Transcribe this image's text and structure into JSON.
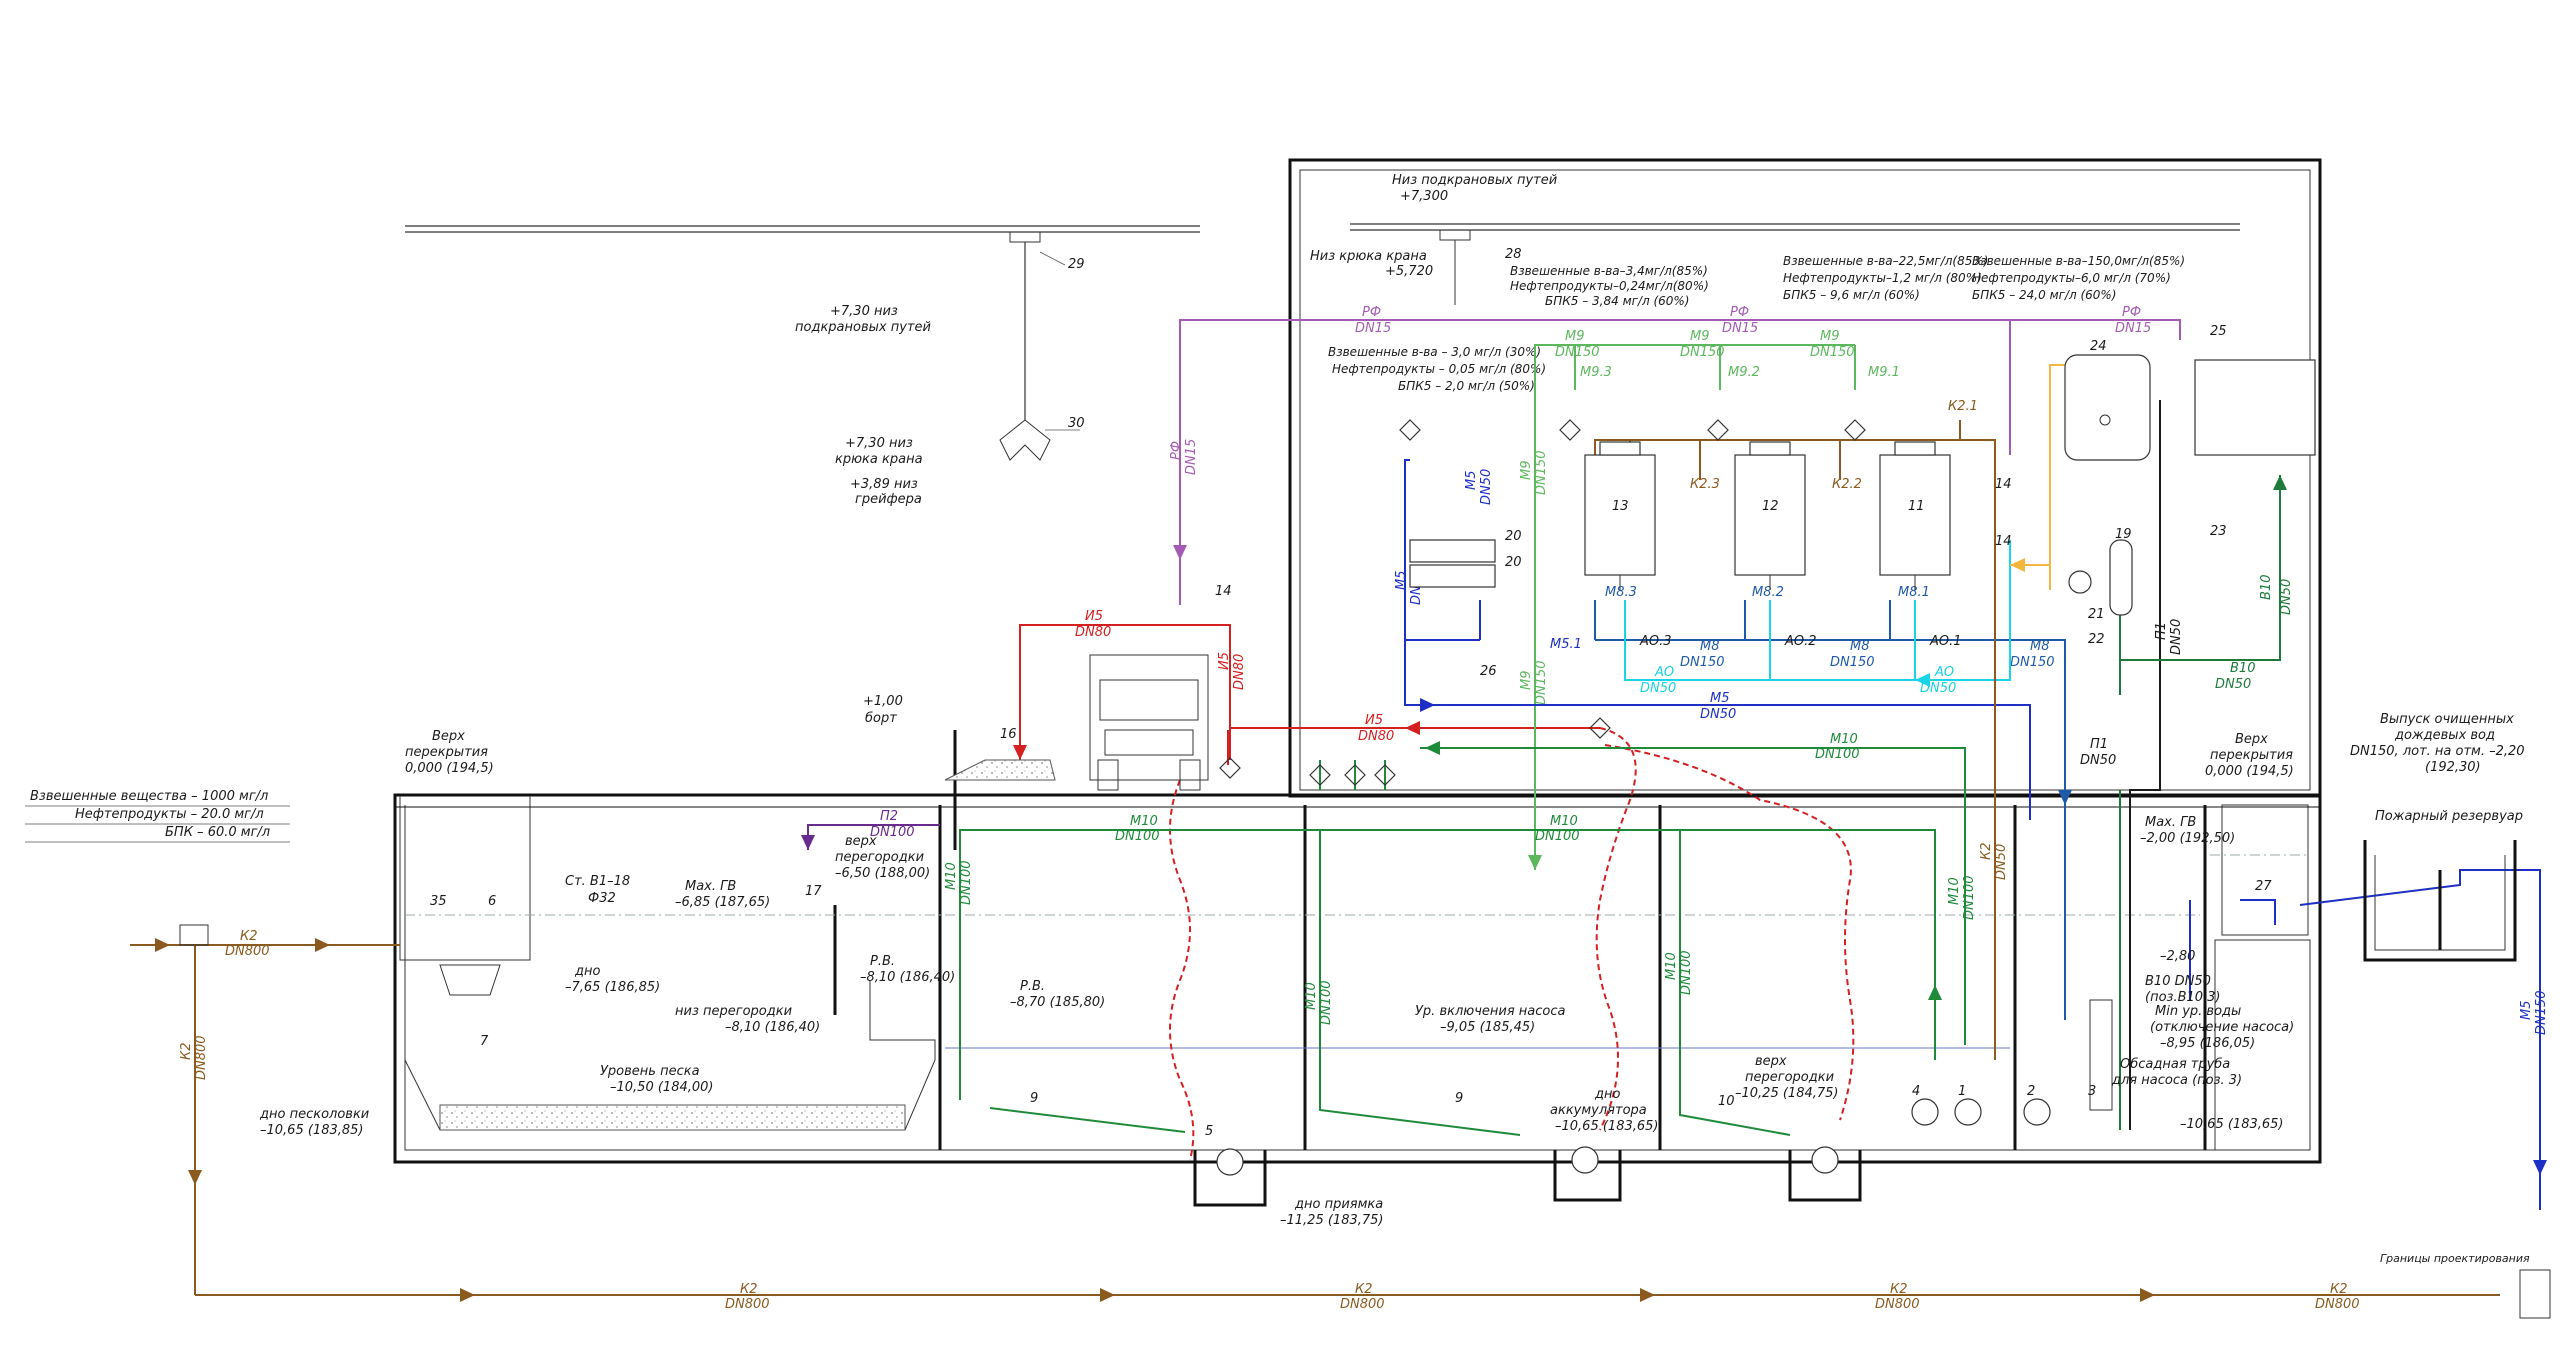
{
  "colors": {
    "k2": "#8a5a1e",
    "rf": "#a55bb5",
    "m9": "#5cb85c",
    "m10": "#1f8a3a",
    "m8": "#1e5aa8",
    "m5": "#1d2fc4",
    "ao": "#19d3e6",
    "is": "#d42020",
    "p2": "#6a2b8e",
    "v10": "#1e7a3a",
    "p1": "#1a1a1a",
    "yellow": "#f4b63e"
  },
  "influent": {
    "line1": "Взвешенные вещества – 1000 мг/л",
    "line2": "Нефтепродукты – 20.0 мг/л",
    "line3": "БПК – 60.0 мг/л"
  },
  "crane_left": {
    "label": "+7,30 низ",
    "label2": "подкрановых путей",
    "num29": "29",
    "num30": "30",
    "hook1": "+7,30 низ",
    "hook1b": "крюка крана",
    "grab1": "+3,89 низ",
    "grab1b": "грейфера"
  },
  "crane_right": {
    "label": "Низ подкрановых путей",
    "elev": "+7,300",
    "hook": "Низ крюка крана",
    "hook_elev": "+5,720",
    "num28": "28"
  },
  "quality_blocks": [
    {
      "l1": "Взвешенные в-ва–3,4мг/л(85%)",
      "l2": "Нефтепродукты–0,24мг/л(80%)",
      "l3": "БПК5 – 3,84 мг/л (60%)"
    },
    {
      "l1": "Взвешенные в-ва–22,5мг/л(85%)",
      "l2": "Нефтепродукты–1,2 мг/л (80%)",
      "l3": "БПК5 – 9,6 мг/л (60%)"
    },
    {
      "l1": "Взвешенные в-ва–150,0мг/л(85%)",
      "l2": "Нефтепродукты–6,0 мг/л (70%)",
      "l3": "БПК5 – 24,0 мг/л (60%)"
    },
    {
      "l1": "Взвешенные в-ва – 3,0 мг/л (30%)",
      "l2": "Нефтепродукты – 0,05 мг/л (80%)",
      "l3": "БПК5 – 2,0 мг/л (50%)"
    }
  ],
  "pipes": {
    "k2": "К2",
    "dn800": "DN800",
    "rf": "РФ",
    "dn15": "DN15",
    "is": "И5",
    "dn80": "DN80",
    "m9": "М9",
    "m10": "М10",
    "dn100": "DN100",
    "dn150": "DN150",
    "m8": "М8",
    "m5": "М5",
    "dn50": "DN50",
    "ao": "АО",
    "p2": "П2",
    "p1": "П1",
    "v10": "В10",
    "k2dn50": "К2",
    "m9_1": "М9.1",
    "m9_2": "М9.2",
    "m9_3": "М9.3",
    "k21": "К2.1",
    "k22": "К2.2",
    "k23": "К2.3",
    "m81": "М8.1",
    "m82": "М8.2",
    "m83": "М8.3",
    "m51": "М5.1",
    "ao1": "АО.1",
    "ao2": "АО.2",
    "ao3": "АО.3"
  },
  "levels": {
    "top_floor": "Верх",
    "top_floor2": "перекрытия",
    "top_floor_elev": "0,000 (194,5)",
    "max_gv": "Мах. ГВ",
    "max_gv_elev": "–6,85 (187,65)",
    "bottom": "дно",
    "bottom_elev": "–7,65 (186,85)",
    "part_bottom": "низ перегородки",
    "part_bottom_elev": "–8,10 (186,40)",
    "sand": "Уровень песка",
    "sand_elev": "–10,50 (184,00)",
    "sand_trap_bottom": "дно песколовки",
    "sand_trap_bottom_elev": "–10,65 (183,85)",
    "part_top": "верх",
    "part_top2": "перегородки",
    "part_top_elev": "–6,50 (188,00)",
    "rv": "Р.В.",
    "rv_elev": "–8,10 (186,40)",
    "rv2": "Р.В.",
    "rv2_elev": "–8,70 (185,80)",
    "pump_on": "Ур. включения насоса",
    "pump_on_elev": "–9,05 (185,45)",
    "acc_bottom": "дно",
    "acc_bottom2": "аккумулятора",
    "acc_bottom_elev": "–10,65 (183,65)",
    "pit_bottom": "дно приямка",
    "pit_bottom_elev": "–11,25 (183,75)",
    "part_top3": "верх",
    "part_top3b": "перегородки",
    "part_top3_elev": "–10,25 (184,75)",
    "board": "+1,00",
    "board2": "борт",
    "top_floor_r": "Верх",
    "top_floor_r2": "перекрытия",
    "top_floor_r_elev": "0,000 (194,5)",
    "max_gv_r": "Мах. ГВ",
    "max_gv_r_elev": "–2,00 (192,50)",
    "r280": "–2,80",
    "b10": "В10 DN50",
    "b10b": "(поз.В10.3)",
    "min_w": "Min ур. воды",
    "min_w2": "(отключение насоса)",
    "min_w_elev": "–8,95 (186,05)",
    "casing": "Обсадная труба",
    "casing2": "для насоса (поз. 3)",
    "r1065": "–10,65 (183,65)"
  },
  "outlet": {
    "l1": "Выпуск очищенных",
    "l2": "дождевых вод",
    "l3": "DN150, лот. на отм. –2,20",
    "l4": "(192,30)",
    "fire": "Пожарный резервуар",
    "num27": "27",
    "boundary": "Границы проектирования"
  },
  "items": {
    "st": "Ст. В1–18",
    "phi": "Ф32",
    "n1": "1",
    "n2": "2",
    "n3": "3",
    "n4": "4",
    "n5": "5",
    "n6": "6",
    "n7": "7",
    "n9": "9",
    "n10": "10",
    "n11": "11",
    "n12": "12",
    "n13": "13",
    "n14": "14",
    "n16": "16",
    "n17": "17",
    "n19": "19",
    "n20": "20",
    "n21": "21",
    "n22": "22",
    "n23": "23",
    "n24": "24",
    "n25": "25",
    "n26": "26",
    "n35": "35"
  }
}
